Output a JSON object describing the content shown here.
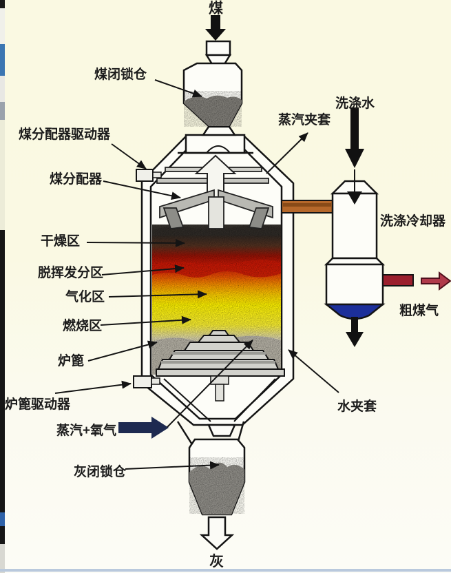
{
  "diagram": {
    "type": "coal-gasifier-schematic",
    "labels": {
      "coal": "煤",
      "coal_lock_hopper": "煤闭锁仓",
      "coal_distributor_drive": "煤分配器驱动器",
      "coal_distributor": "煤分配器",
      "drying_zone": "干燥区",
      "devolatilization_zone": "脱挥发分区",
      "gasification_zone": "气化区",
      "combustion_zone": "燃烧区",
      "grate": "炉篦",
      "grate_drive": "炉篦驱动器",
      "steam_oxygen": "蒸汽+氧气",
      "ash_lock_hopper": "灰闭锁仓",
      "ash": "灰",
      "steam_jacket": "蒸汽夹套",
      "wash_water": "洗涤水",
      "wash_cooler": "洗涤冷却器",
      "raw_gas": "粗煤气",
      "water_jacket": "水夹套"
    },
    "colors": {
      "background": "#faf9e2",
      "drying_zone": "#37332e",
      "devolatilization_zone": "#c41806",
      "gasification_zone": "#f08c00",
      "combustion_zone": "#f8ec00",
      "ash_gray": "#b2aea2",
      "steam_oxygen_arrow": "#1e2a50",
      "gas_offtake_pipe": "#b5682a",
      "raw_gas_pipe": "#9b1f2d",
      "raw_gas_arrow": "#b03a4a",
      "wash_water_pool": "#1c2f9a"
    }
  }
}
